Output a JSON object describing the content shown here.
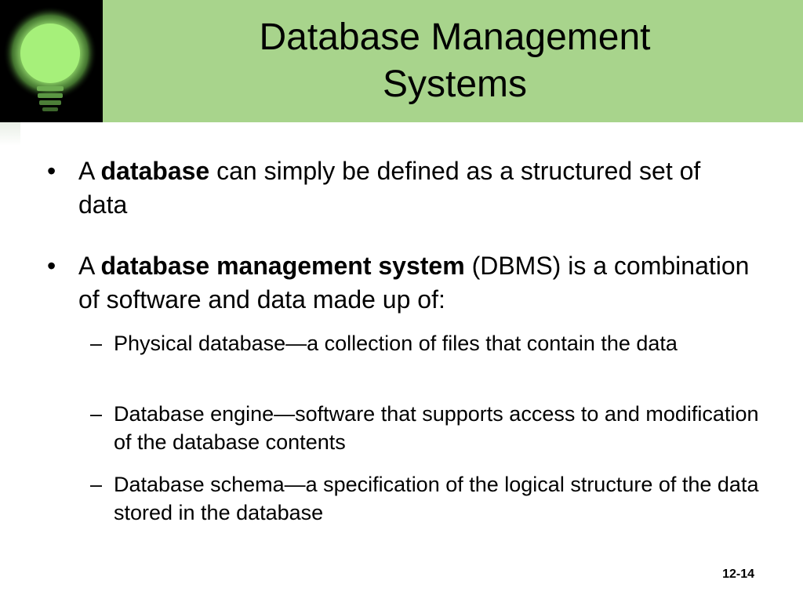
{
  "title": {
    "line1": "Database Management",
    "line2": "Systems"
  },
  "logo": {
    "icon": "lightbulb-icon",
    "glow_color": "#a6f07a",
    "background": "#000000"
  },
  "colors": {
    "header_band": "#a8d48c"
  },
  "bullets": [
    {
      "mark": "•",
      "prefix": "A ",
      "bold": "database",
      "rest": " can simply be defined as a structured set of data"
    },
    {
      "mark": "•",
      "prefix": "A ",
      "bold": "database management system",
      "rest": " (DBMS) is a combination of software and data made up of:"
    }
  ],
  "subbullets": [
    {
      "mark": "–",
      "text": "Physical database—a collection of files that contain the data"
    },
    {
      "mark": "–",
      "text": "Database engine—software that supports access to and modification of the database contents"
    },
    {
      "mark": "–",
      "text": "Database schema—a specification of the logical structure of the data stored in the database"
    }
  ],
  "slide_number": "12-14"
}
